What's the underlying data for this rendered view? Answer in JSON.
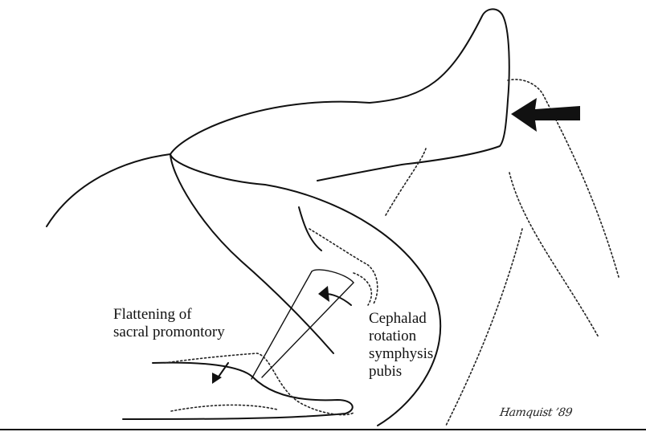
{
  "labels": {
    "flattening": [
      "Flattening of",
      "sacral promontory"
    ],
    "cephalad": [
      "Cephalad",
      "rotation",
      "symphysis",
      "pubis"
    ]
  },
  "signature": "Hamquist ’89",
  "colors": {
    "ink": "#111111",
    "background": "#ffffff"
  }
}
